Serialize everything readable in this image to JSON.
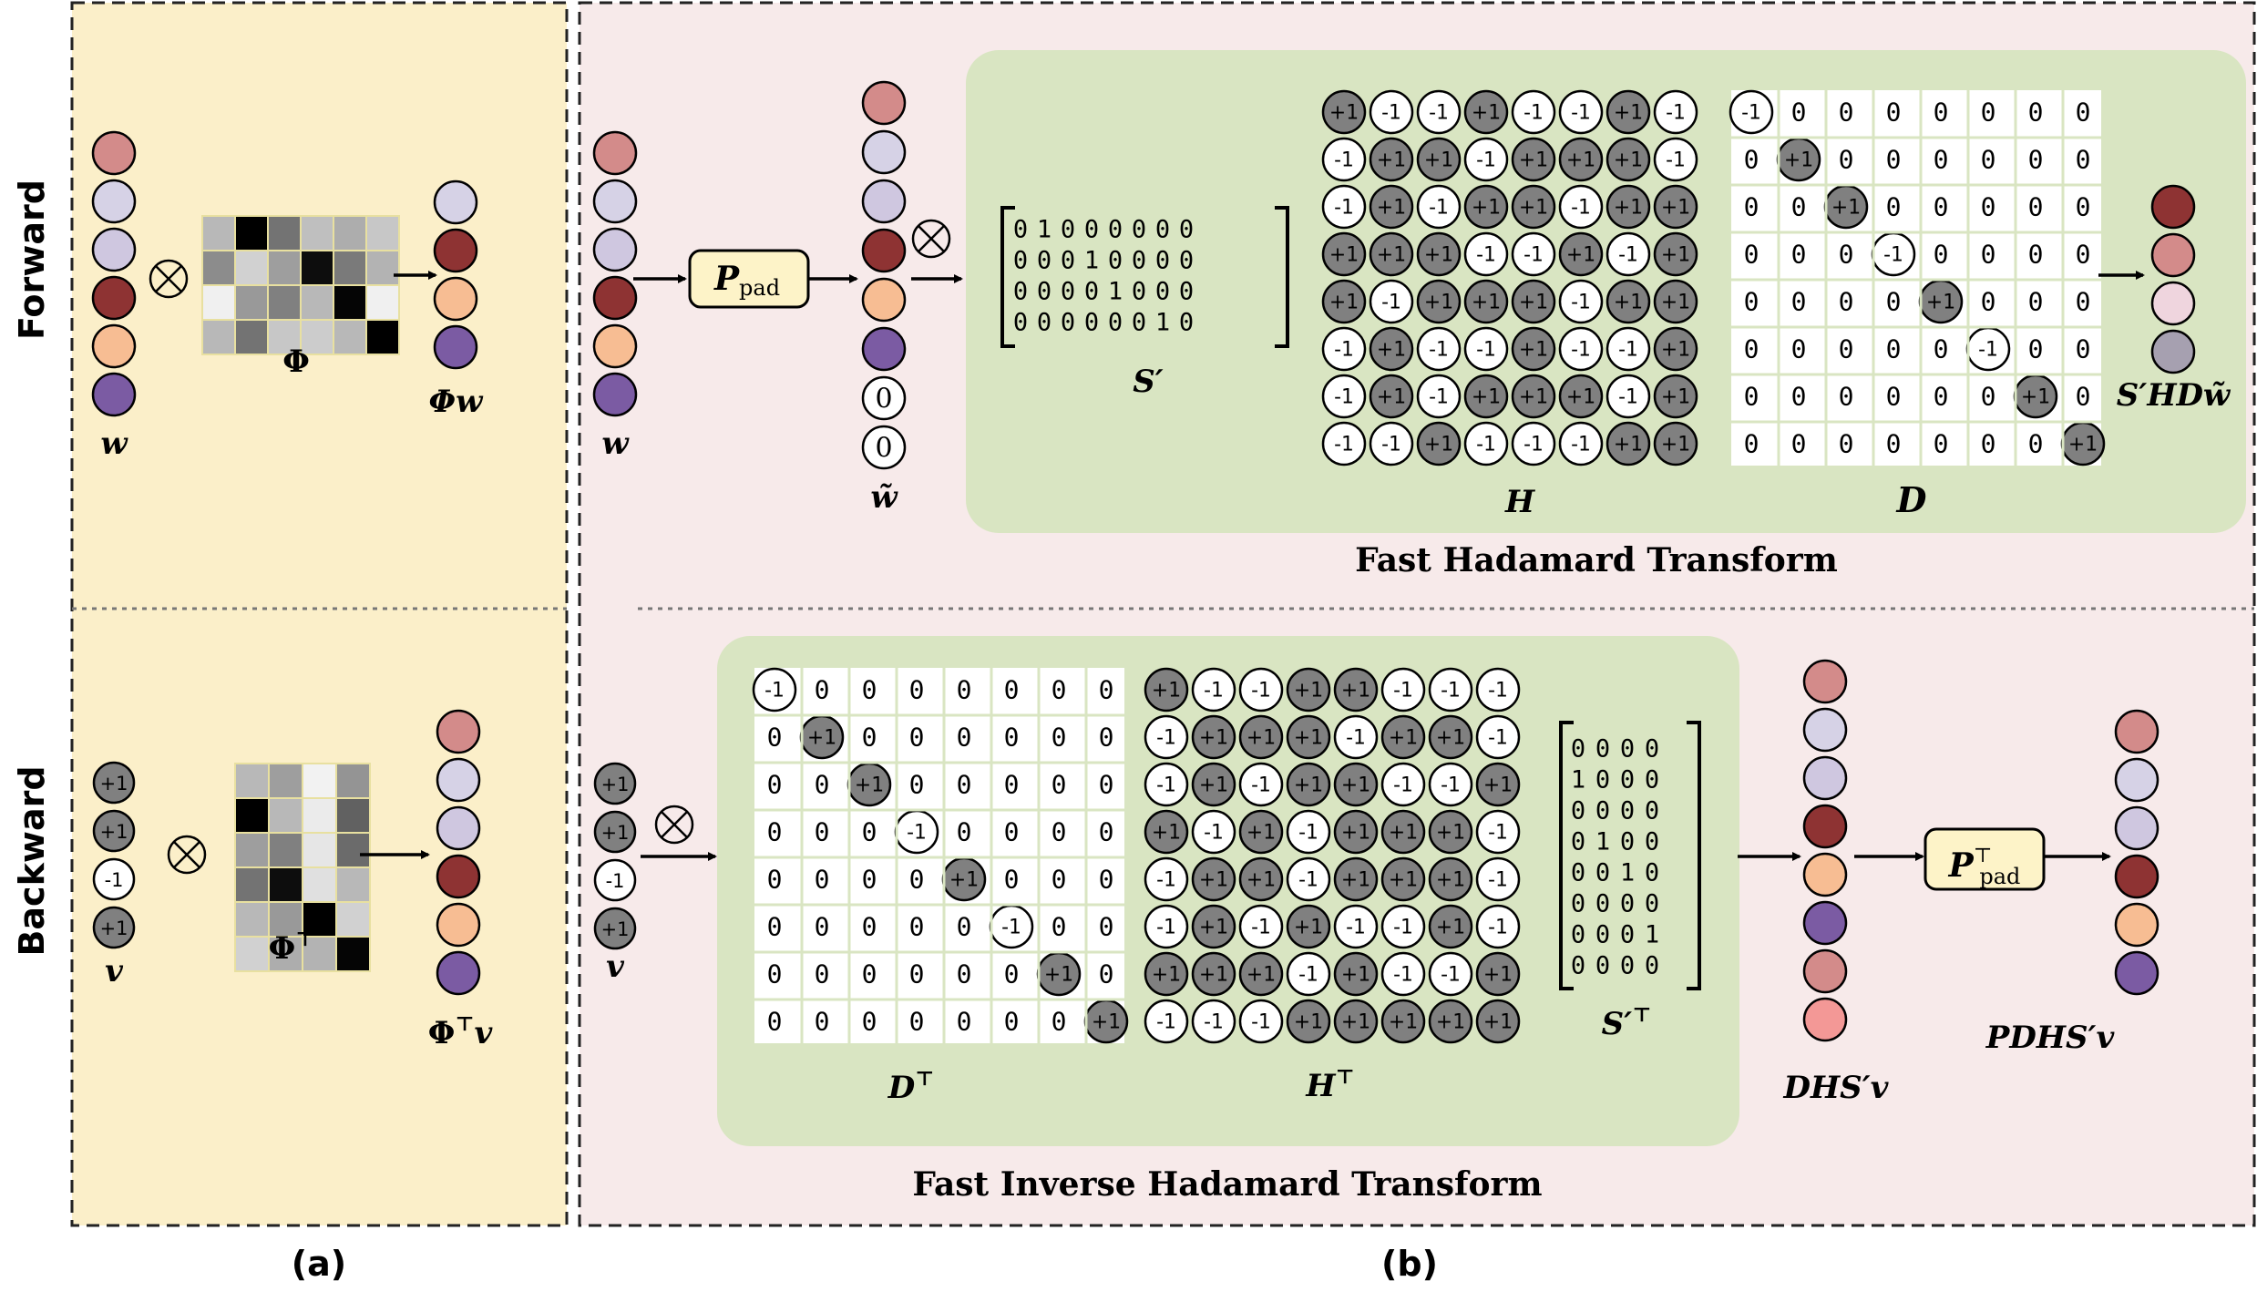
{
  "colors": {
    "panel_a_bg": "#fbefc9",
    "panel_b_bg": "#f7eaea",
    "green_box": "#d9e5c2",
    "pad_box": "#fdf3c8",
    "gray_circle": "#808080",
    "white_circle": "#ffffff",
    "vector_colors": {
      "pink": "#d38b8a",
      "lav": "#d6d2e6",
      "lav2": "#cfc7e0",
      "red": "#8e3333",
      "peach": "#f7bd93",
      "purple": "#7b5ba3",
      "lightpink": "#efd5de",
      "gray": "#a6a0b0",
      "salmon": "#f39896"
    }
  },
  "rows": {
    "forward": "Forward",
    "backward": "Backward"
  },
  "panel_labels": {
    "a": "(a)",
    "b": "(b)"
  },
  "titles": {
    "fht": "Fast Hadamard Transform",
    "fiht": "Fast Inverse Hadamard Transform"
  },
  "math": {
    "w": "w",
    "Phi": "Φ",
    "Phi_w": "Φw",
    "v": "v",
    "Phi_T": "Φ",
    "Phi_T_v": "Φ",
    "Ppad_main": "P",
    "Ppad_sub": "pad",
    "w_tilde": "w̃",
    "S_prime": "S′",
    "H": "H",
    "D": "D",
    "result_fwd": "S′HDw̃",
    "D_T": "D",
    "H_T": "H",
    "S_prime_T": "S′",
    "result_bwd_1": "DHS′v",
    "result_bwd_2": "PDHS′v",
    "top_sym": "⊤"
  },
  "otimes": "⊗",
  "forward": {
    "w_vector": [
      "pink",
      "lav",
      "lav2",
      "red",
      "peach",
      "purple"
    ],
    "phi_w_vector": [
      "lav",
      "red",
      "peach",
      "purple"
    ],
    "phi_matrix": [
      [
        0.72,
        0.0,
        0.45,
        0.75,
        0.68,
        0.78
      ],
      [
        0.55,
        0.82,
        0.62,
        0.05,
        0.48,
        0.7
      ],
      [
        0.94,
        0.6,
        0.5,
        0.72,
        0.02,
        0.94
      ],
      [
        0.72,
        0.45,
        0.78,
        0.8,
        0.72,
        0.0
      ]
    ],
    "w_pad_vector": [
      "pink",
      "lav",
      "lav2",
      "red",
      "peach",
      "purple",
      "zero",
      "zero"
    ],
    "zero_label": "0",
    "S_prime_matrix": [
      [
        0,
        1,
        0,
        0,
        0,
        0,
        0,
        0
      ],
      [
        0,
        0,
        0,
        1,
        0,
        0,
        0,
        0
      ],
      [
        0,
        0,
        0,
        0,
        1,
        0,
        0,
        0
      ],
      [
        0,
        0,
        0,
        0,
        0,
        0,
        1,
        0
      ]
    ],
    "H_matrix": [
      [
        "+1",
        "-1",
        "-1",
        "+1",
        "-1",
        "-1",
        "+1",
        "-1"
      ],
      [
        "-1",
        "+1",
        "+1",
        "-1",
        "+1",
        "+1",
        "+1",
        "-1"
      ],
      [
        "-1",
        "+1",
        "-1",
        "+1",
        "+1",
        "-1",
        "+1",
        "+1"
      ],
      [
        "+1",
        "+1",
        "+1",
        "-1",
        "-1",
        "+1",
        "-1",
        "+1"
      ],
      [
        "+1",
        "-1",
        "+1",
        "+1",
        "+1",
        "-1",
        "+1",
        "+1"
      ],
      [
        "-1",
        "+1",
        "-1",
        "-1",
        "+1",
        "-1",
        "-1",
        "+1"
      ],
      [
        "-1",
        "+1",
        "-1",
        "+1",
        "+1",
        "+1",
        "-1",
        "+1"
      ],
      [
        "-1",
        "-1",
        "+1",
        "-1",
        "-1",
        "-1",
        "+1",
        "+1"
      ]
    ],
    "D_diag": [
      "-1",
      "+1",
      "+1",
      "-1",
      "+1",
      "-1",
      "+1",
      "+1"
    ],
    "result_vector": [
      "red",
      "pink",
      "lightpink",
      "gray"
    ]
  },
  "backward": {
    "v_values": [
      "+1",
      "+1",
      "-1",
      "+1"
    ],
    "phi_T_matrix": [
      [
        0.72,
        0.62,
        0.95,
        0.58
      ],
      [
        0.0,
        0.72,
        0.92,
        0.38
      ],
      [
        0.62,
        0.5,
        0.9,
        0.42
      ],
      [
        0.45,
        0.05,
        0.88,
        0.72
      ],
      [
        0.72,
        0.6,
        0.0,
        0.82
      ],
      [
        0.82,
        0.68,
        0.7,
        0.02
      ]
    ],
    "phi_T_v_vector": [
      "pink",
      "lav",
      "lav2",
      "red",
      "peach",
      "purple"
    ],
    "D_T_diag": [
      "-1",
      "+1",
      "+1",
      "-1",
      "+1",
      "-1",
      "+1",
      "+1"
    ],
    "H_T_matrix": [
      [
        "+1",
        "-1",
        "-1",
        "+1",
        "+1",
        "-1",
        "-1",
        "-1"
      ],
      [
        "-1",
        "+1",
        "+1",
        "+1",
        "-1",
        "+1",
        "+1",
        "-1"
      ],
      [
        "-1",
        "+1",
        "-1",
        "+1",
        "+1",
        "-1",
        "-1",
        "+1"
      ],
      [
        "+1",
        "-1",
        "+1",
        "-1",
        "+1",
        "+1",
        "+1",
        "-1"
      ],
      [
        "-1",
        "+1",
        "+1",
        "-1",
        "+1",
        "+1",
        "+1",
        "-1"
      ],
      [
        "-1",
        "+1",
        "-1",
        "+1",
        "-1",
        "-1",
        "+1",
        "-1"
      ],
      [
        "+1",
        "+1",
        "+1",
        "-1",
        "+1",
        "-1",
        "-1",
        "+1"
      ],
      [
        "-1",
        "-1",
        "-1",
        "+1",
        "+1",
        "+1",
        "+1",
        "+1"
      ]
    ],
    "S_prime_T_matrix": [
      [
        0,
        0,
        0,
        0
      ],
      [
        1,
        0,
        0,
        0
      ],
      [
        0,
        0,
        0,
        0
      ],
      [
        0,
        1,
        0,
        0
      ],
      [
        0,
        0,
        1,
        0
      ],
      [
        0,
        0,
        0,
        0
      ],
      [
        0,
        0,
        0,
        1
      ],
      [
        0,
        0,
        0,
        0
      ]
    ],
    "dhs_vector": [
      "pink",
      "lav",
      "lav2",
      "red",
      "peach",
      "purple",
      "pink",
      "salmon"
    ],
    "final_vector": [
      "pink",
      "lav",
      "lav2",
      "red",
      "peach",
      "purple"
    ]
  }
}
